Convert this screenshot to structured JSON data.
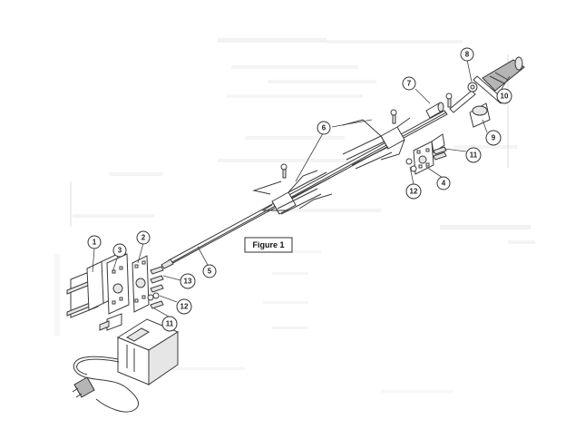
{
  "figure": {
    "label": "Figure 1"
  },
  "callouts": [
    {
      "id": "c1",
      "number": "1"
    },
    {
      "id": "c2",
      "number": "2"
    },
    {
      "id": "c3",
      "number": "3"
    },
    {
      "id": "c4",
      "number": "4"
    },
    {
      "id": "c5",
      "number": "5"
    },
    {
      "id": "c6",
      "number": "6"
    },
    {
      "id": "c7",
      "number": "7"
    },
    {
      "id": "c8",
      "number": "8"
    },
    {
      "id": "c9",
      "number": "9"
    },
    {
      "id": "c10",
      "number": "10"
    },
    {
      "id": "c11a",
      "number": "11"
    },
    {
      "id": "c11b",
      "number": "11"
    },
    {
      "id": "c12a",
      "number": "12"
    },
    {
      "id": "c12b",
      "number": "12"
    },
    {
      "id": "c13",
      "number": "13"
    }
  ]
}
